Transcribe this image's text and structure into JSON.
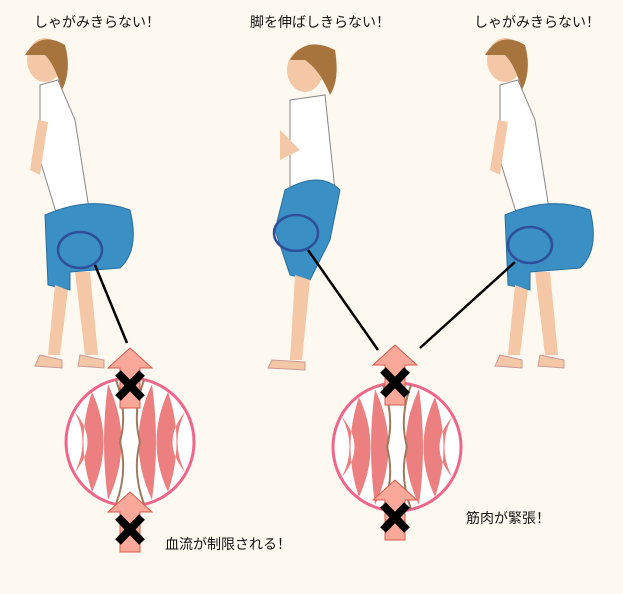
{
  "captions": {
    "left_squat": "しゃがみきらない！",
    "middle_stand": "脚を伸ばしきらない！",
    "right_squat": "しゃがみきらない！",
    "blood_flow": "血流が制限される！",
    "muscle_tension": "筋肉が緊張！"
  },
  "colors": {
    "background": "#fdf9f1",
    "pants": "#3a8fc4",
    "skin": "#f4c7a6",
    "hair": "#a8743d",
    "circle": "#f0668a",
    "muscle": "#ec7f7f",
    "arrow": "#f9a89a",
    "ring": "#2f4f9a"
  }
}
